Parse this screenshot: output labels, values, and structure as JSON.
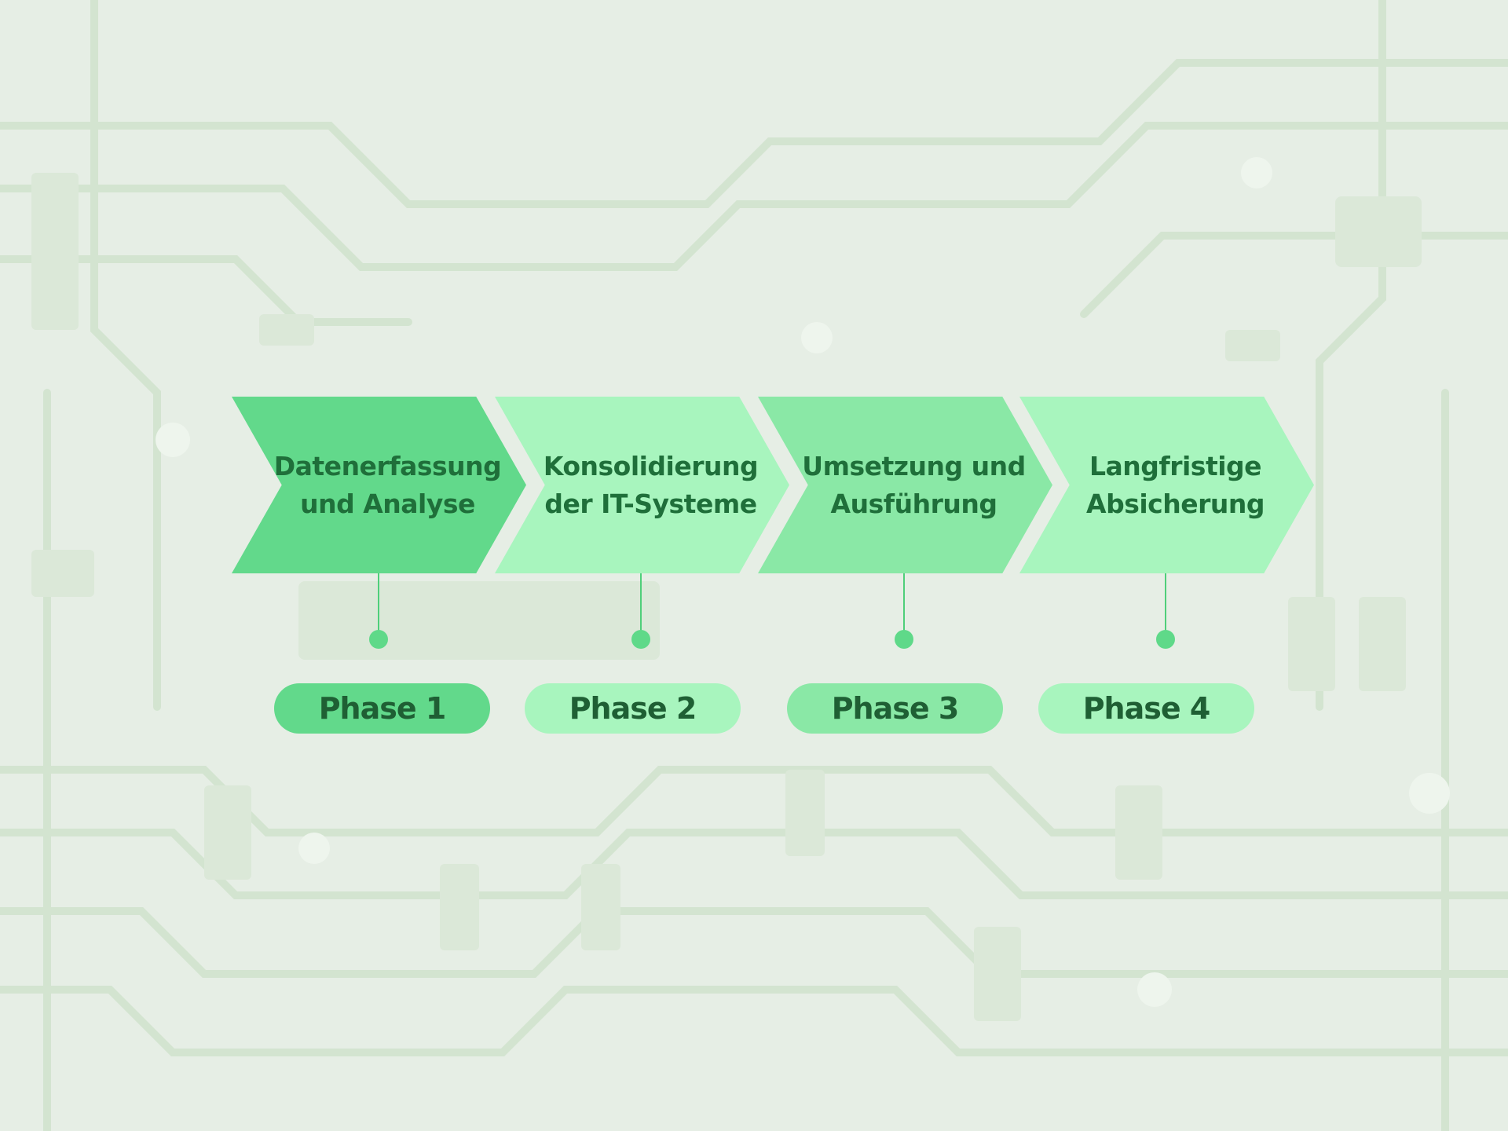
{
  "phases": [
    {
      "title_line1": "Datenerfassung",
      "title_line2": "und Analyse",
      "label": "Phase 1",
      "color": "#62d98b",
      "pill_color": "#62d98b"
    },
    {
      "title_line1": "Konsolidierung",
      "title_line2": "der IT-Systeme",
      "label": "Phase 2",
      "color": "#a8f5be",
      "pill_color": "#a8f5be"
    },
    {
      "title_line1": "Umsetzung und",
      "title_line2": "Ausführung",
      "label": "Phase 3",
      "color": "#8ae8a6",
      "pill_color": "#8ae8a6"
    },
    {
      "title_line1": "Langfristige",
      "title_line2": "Absicherung",
      "label": "Phase 4",
      "color": "#a8f5be",
      "pill_color": "#a8f5be"
    }
  ],
  "background": {
    "icon": "circuit-board-background",
    "tint": "#e7efe6",
    "trace_color": "#cfe3cc"
  }
}
